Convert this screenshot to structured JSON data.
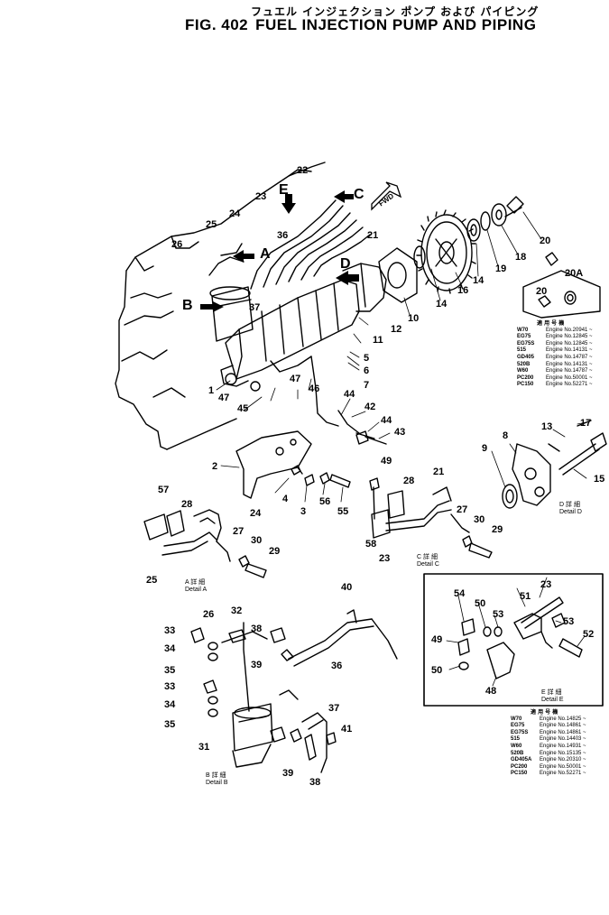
{
  "title_jp": "フュエル インジェクション ポンプ および パイピング",
  "title": {
    "fig": "FIG. 402",
    "text": "FUEL INJECTION PUMP AND PIPING"
  },
  "arrows": {
    "A": "A",
    "B": "B",
    "C": "C",
    "D": "D",
    "E": "E"
  },
  "fwd": "FWD",
  "callouts": {
    "c1": "1",
    "c2": "2",
    "c3": "3",
    "c4": "4",
    "c5": "5",
    "c6": "6",
    "c7": "7",
    "c8": "8",
    "c9": "9",
    "c10": "10",
    "c11": "11",
    "c12": "12",
    "c13": "13",
    "c14a": "14",
    "c14b": "14",
    "c15": "15",
    "c16": "16",
    "c17": "17",
    "c18": "18",
    "c19": "19",
    "c20a": "20",
    "c20b": "20",
    "c20A": "20A",
    "c21a": "21",
    "c21b": "21",
    "c22": "22",
    "c23a": "23",
    "c23b": "23",
    "c23c": "23",
    "c24a": "24",
    "c24b": "24",
    "c25a": "25",
    "c25b": "25",
    "c26a": "26",
    "c26b": "26",
    "c27a": "27",
    "c27b": "27",
    "c28a": "28",
    "c28b": "28",
    "c29a": "29",
    "c29b": "29",
    "c30a": "30",
    "c30b": "30",
    "c31": "31",
    "c32": "32",
    "c33a": "33",
    "c33b": "33",
    "c34a": "34",
    "c34b": "34",
    "c35a": "35",
    "c35b": "35",
    "c36a": "36",
    "c36b": "36",
    "c37a": "37",
    "c37b": "37",
    "c38a": "38",
    "c38b": "38",
    "c39a": "39",
    "c39b": "39",
    "c40": "40",
    "c41": "41",
    "c42": "42",
    "c43": "43",
    "c44a": "44",
    "c44b": "44",
    "c45": "45",
    "c46": "46",
    "c47a": "47",
    "c47b": "47",
    "c48": "48",
    "c49a": "49",
    "c49b": "49",
    "c50a": "50",
    "c50b": "50",
    "c51": "51",
    "c52": "52",
    "c53a": "53",
    "c53b": "53",
    "c54": "54",
    "c55": "55",
    "c56": "56",
    "c57": "57",
    "c58": "58"
  },
  "details": {
    "A": {
      "jp": "A 詳 細",
      "en": "Detail A"
    },
    "B": {
      "jp": "B 詳 細",
      "en": "Detail B"
    },
    "C": {
      "jp": "C 詳 細",
      "en": "Detail C"
    },
    "D": {
      "jp": "D 詳 細",
      "en": "Detail D"
    },
    "E": {
      "jp": "E 詳 細",
      "en": "Detail E"
    }
  },
  "appl_table_1": {
    "header": "適 用 号 機",
    "rows": [
      {
        "model": "W70",
        "engine": "Engine No.20941 ~"
      },
      {
        "model": "EG75",
        "engine": "Engine No.12845 ~"
      },
      {
        "model": "EG75S",
        "engine": "Engine No.12845 ~"
      },
      {
        "model": "515",
        "engine": "Engine No.14131 ~"
      },
      {
        "model": "GD405",
        "engine": "Engine No.14787 ~"
      },
      {
        "model": "520B",
        "engine": "Engine No.14131 ~"
      },
      {
        "model": "W60",
        "engine": "Engine No.14787 ~"
      },
      {
        "model": "PC200",
        "engine": "Engine No.50001 ~"
      },
      {
        "model": "PC150",
        "engine": "Engine No.52271 ~"
      }
    ]
  },
  "appl_table_2": {
    "header": "適 用 号 機",
    "rows": [
      {
        "model": "W70",
        "engine": "Engine No.14825 ~"
      },
      {
        "model": "EG75",
        "engine": "Engine No.14861 ~"
      },
      {
        "model": "EG75S",
        "engine": "Engine No.14861 ~"
      },
      {
        "model": "515",
        "engine": "Engine No.14403 ~"
      },
      {
        "model": "W60",
        "engine": "Engine No.14931 ~"
      },
      {
        "model": "520B",
        "engine": "Engine No.15135 ~"
      },
      {
        "model": "GD405A",
        "engine": "Engine No.20310 ~"
      },
      {
        "model": "PC200",
        "engine": "Engine No.50001 ~"
      },
      {
        "model": "PC150",
        "engine": "Engine No.52271 ~"
      }
    ]
  },
  "page_mark": "—"
}
